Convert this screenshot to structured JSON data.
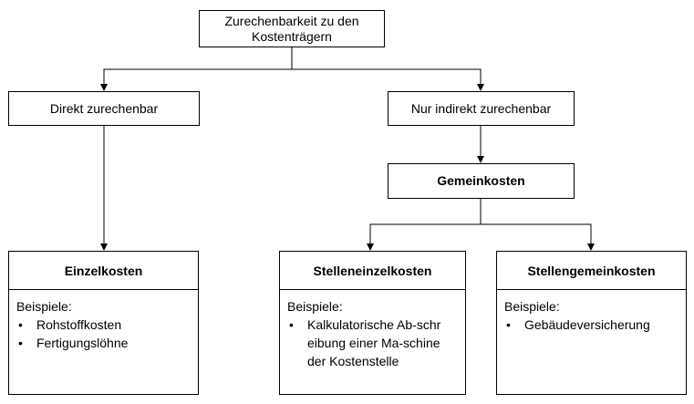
{
  "nodes": {
    "root": {
      "label": "Zurechenbarkeit zu den Kostenträgern"
    },
    "direkt": {
      "label": "Direkt zurechenbar"
    },
    "indirekt": {
      "label": "Nur indirekt zurechenbar"
    },
    "gemein": {
      "label": "Gemeinkosten"
    },
    "einzel": {
      "title": "Einzelkosten",
      "examples_label": "Beispiele:",
      "examples": [
        "Rohstoffkosten",
        "Fertigungslöhne"
      ]
    },
    "stelleneinzel": {
      "title": "Stelleneinzelkosten",
      "examples_label": "Beispiele:",
      "examples": [
        "Kalkulatorische Ab-schreibung einer Ma-schine der Kostenstelle"
      ]
    },
    "stellengemein": {
      "title": "Stellengemeinkosten",
      "examples_label": "Beispiele:",
      "examples": [
        "Gebäudeversicherung"
      ]
    }
  },
  "edges": [
    {
      "from": "root",
      "to": "direkt"
    },
    {
      "from": "root",
      "to": "indirekt"
    },
    {
      "from": "direkt",
      "to": "einzel"
    },
    {
      "from": "indirekt",
      "to": "gemein"
    },
    {
      "from": "gemein",
      "to": "stelleneinzel"
    },
    {
      "from": "gemein",
      "to": "stellengemein"
    }
  ],
  "colors": {
    "line": "#000000",
    "box_border": "#000000",
    "background": "#ffffff"
  }
}
